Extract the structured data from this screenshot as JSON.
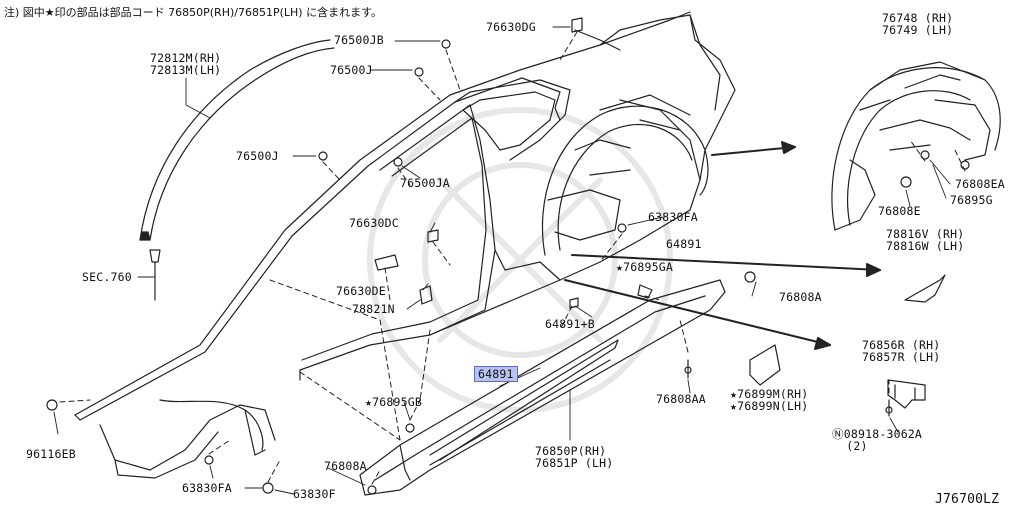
{
  "note": "注) 図中★印の部品は部品コード 76850P(RH)/76851P(LH) に含まれます。",
  "diagram_code": "J76700LZ",
  "parts": [
    {
      "id": "p72812",
      "text": "72812M(RH)\n72813M(LH)"
    },
    {
      "id": "p76500jb",
      "text": "76500JB"
    },
    {
      "id": "p76500j_a",
      "text": "76500J"
    },
    {
      "id": "p76630dg",
      "text": "76630DG"
    },
    {
      "id": "p76748",
      "text": "76748 (RH)\n76749 (LH)"
    },
    {
      "id": "p76500j_b",
      "text": "76500J"
    },
    {
      "id": "p76500ja",
      "text": "76500JA"
    },
    {
      "id": "p76808ea",
      "text": "76808EA"
    },
    {
      "id": "p76895g",
      "text": "76895G"
    },
    {
      "id": "p76808e",
      "text": "76808E"
    },
    {
      "id": "p76630dc",
      "text": "76630DC"
    },
    {
      "id": "p63830fa_top",
      "text": "63830FA"
    },
    {
      "id": "p64891_top",
      "text": "64891"
    },
    {
      "id": "p78816",
      "text": "78816V (RH)\n78816W (LH)"
    },
    {
      "id": "p76895ga",
      "text": "★76895GA"
    },
    {
      "id": "psec760",
      "text": "SEC.760"
    },
    {
      "id": "p76630de",
      "text": "76630DE"
    },
    {
      "id": "p78821n",
      "text": "78821N"
    },
    {
      "id": "p76808a",
      "text": "76808A"
    },
    {
      "id": "p64891b",
      "text": "64891+B"
    },
    {
      "id": "p76856r",
      "text": "76856R (RH)\n76857R (LH)"
    },
    {
      "id": "p64891_hl",
      "text": "64891"
    },
    {
      "id": "p76808aa",
      "text": "76808AA"
    },
    {
      "id": "p76899m",
      "text": "★76899M(RH)\n★76899N(LH)"
    },
    {
      "id": "p76895gb",
      "text": "★76895GB"
    },
    {
      "id": "p96116eb",
      "text": "96116EB"
    },
    {
      "id": "p08918",
      "text": "Ⓝ08918-3062A\n  (2)"
    },
    {
      "id": "p76850p",
      "text": "76850P(RH)\n76851P (LH)"
    },
    {
      "id": "p76808a_b",
      "text": "76808A"
    },
    {
      "id": "p63830fa_bot",
      "text": "63830FA"
    },
    {
      "id": "p63830f",
      "text": "63830F"
    }
  ]
}
